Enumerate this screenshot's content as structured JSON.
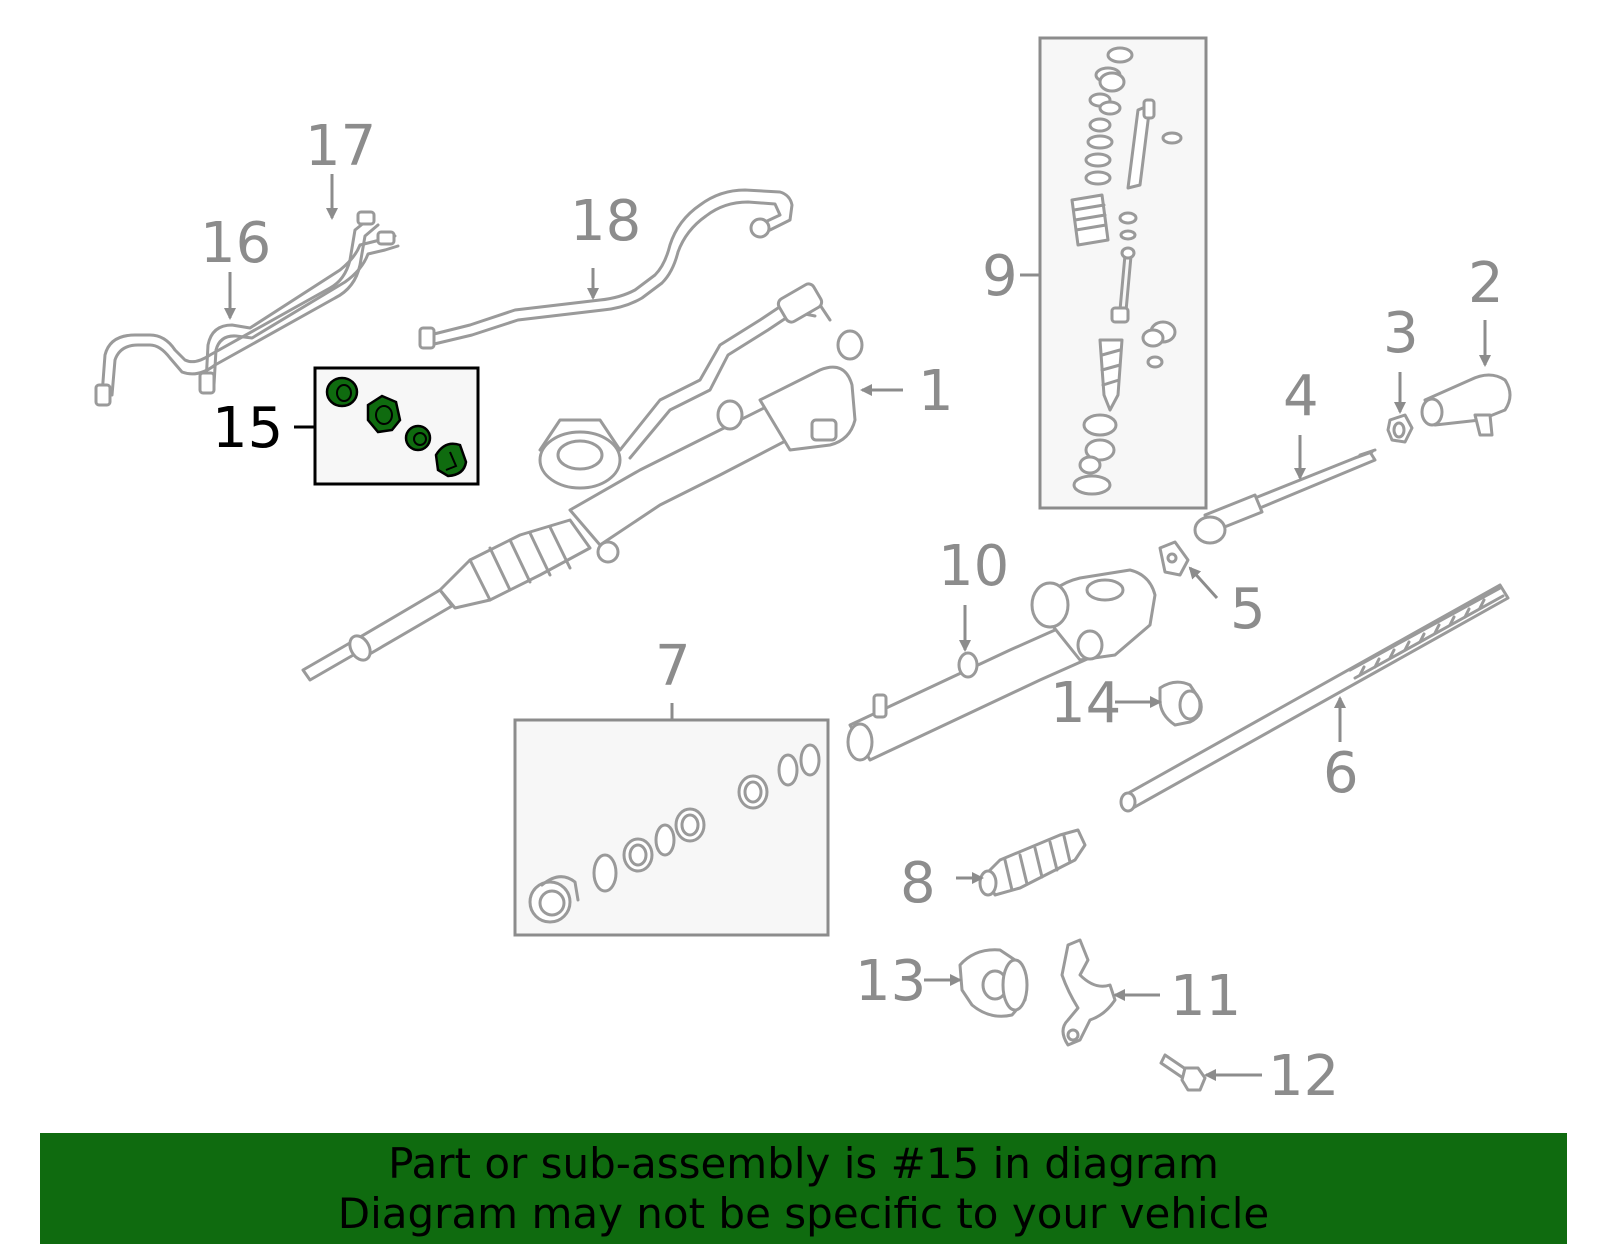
{
  "callouts": {
    "c1": "1",
    "c2": "2",
    "c3": "3",
    "c4": "4",
    "c5": "5",
    "c6": "6",
    "c7": "7",
    "c8": "8",
    "c9": "9",
    "c10": "10",
    "c11": "11",
    "c12": "12",
    "c13": "13",
    "c14": "14",
    "c15": "15",
    "c16": "16",
    "c17": "17",
    "c18": "18"
  },
  "highlight": {
    "part": "15",
    "color": "#0f6b0f"
  },
  "banner": {
    "line1": "Part or sub-assembly is #15 in diagram",
    "line2": "Diagram may not be specific to your vehicle",
    "background": "#0f6b0f"
  }
}
